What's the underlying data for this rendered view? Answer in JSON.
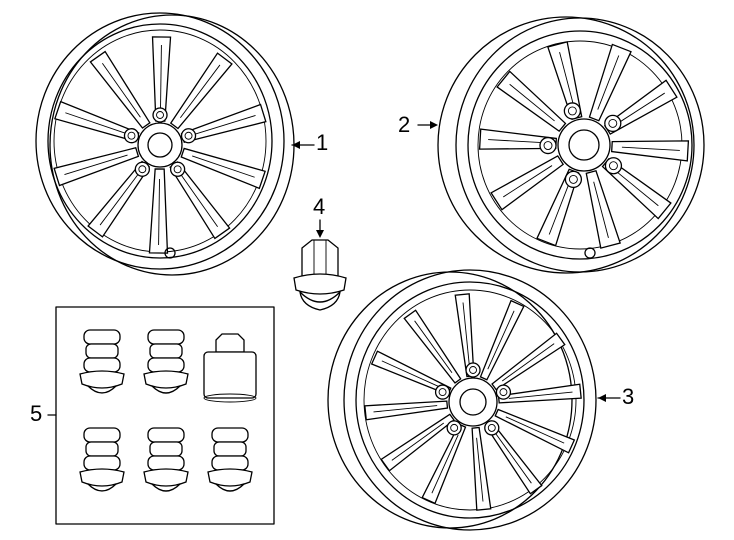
{
  "callouts": {
    "wheel_1": "1",
    "wheel_2": "2",
    "wheel_3": "3",
    "lug_nut_4": "4",
    "lock_kit_5": "5"
  },
  "colors": {
    "ink": "#000000",
    "background": "#ffffff"
  }
}
